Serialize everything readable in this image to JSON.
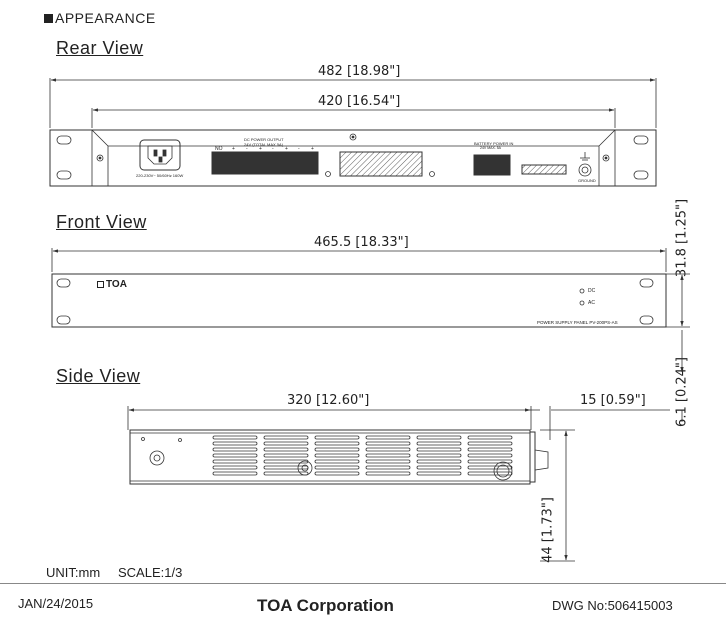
{
  "header": {
    "title": "APPEARANCE"
  },
  "views": {
    "rear": {
      "label": "Rear View",
      "dim_overall": "482 [18.98\"]",
      "dim_inner": "420 [16.54\"]",
      "dc_output_label": "DC POWER OUTPUT",
      "dc_output_sub": "24V (TOTAL MAX.5A)",
      "ac_label": "220-230V~ 50/60Hz 160W",
      "battery_label": "BATTERY POWER IN",
      "battery_sub": "24V MAX. 5A",
      "ground_label": "GROUND",
      "terminal_marks": [
        "NO",
        "+",
        "-",
        "+",
        "-",
        "+",
        "-",
        "+"
      ]
    },
    "front": {
      "label": "Front View",
      "dim_width": "465.5 [18.33\"]",
      "dim_height": "31.8 [1.25\"]",
      "logo": "TOA",
      "led_dc": "DC",
      "led_ac": "AC",
      "model": "POWER SUPPLY PANEL  PV-200PS-AS"
    },
    "side": {
      "label": "Side View",
      "dim_depth": "320 [12.60\"]",
      "dim_protrude": "15 [0.59\"]",
      "dim_gap": "6.1 [0.24\"]",
      "dim_height": "44 [1.73\"]"
    }
  },
  "footer": {
    "unit": "UNIT:mm",
    "scale": "SCALE:1/3",
    "date": "JAN/24/2015",
    "company": "TOA Corporation",
    "dwg": "DWG No:506415003"
  }
}
